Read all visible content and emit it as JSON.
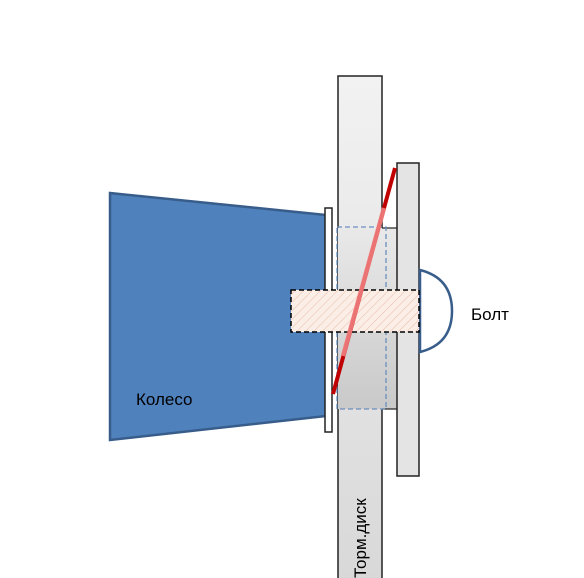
{
  "labels": {
    "wheel": "Колесо",
    "bolt": "Болт",
    "brake_disc": "Торм.диск"
  },
  "colors": {
    "wheel_fill": "#4f81bd",
    "wheel_stroke": "#385d8a",
    "disc_fill": "#e0e0e0",
    "bolt_fill": "#f8e4d8",
    "dashed_outline": "#6c8ebf",
    "bolt_head_stroke": "#385d8a",
    "red_line": "#c00000"
  }
}
